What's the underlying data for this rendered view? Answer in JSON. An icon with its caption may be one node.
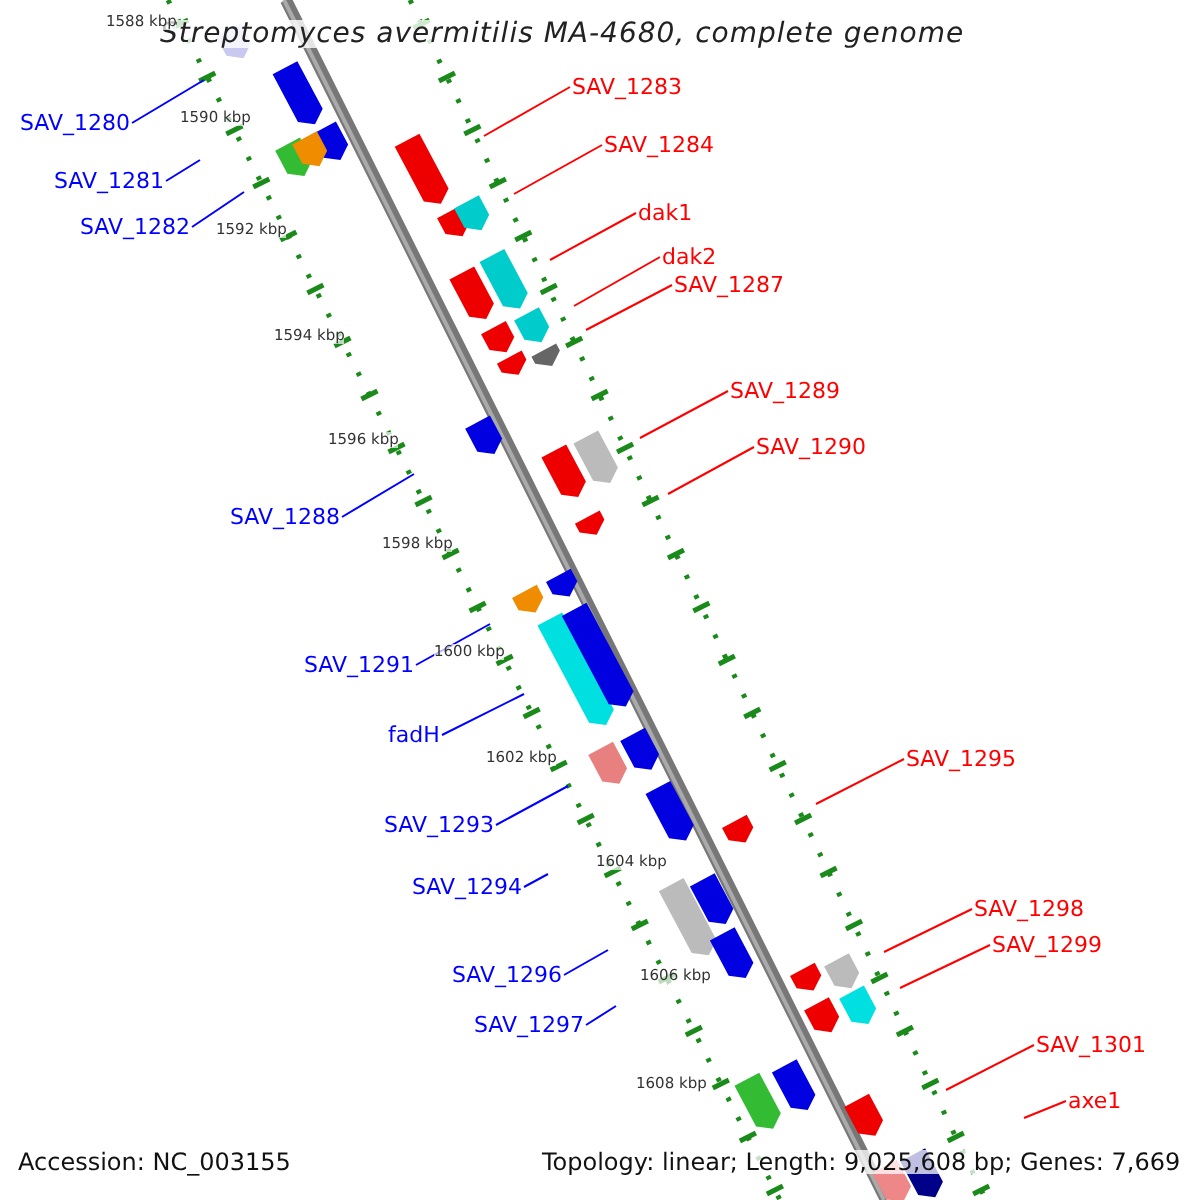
{
  "diagram": {
    "title": "Streptomyces avermitilis MA-4680, complete genome",
    "nodes": [
      {
        "text": [
          "SAV_1283"
        ]
      },
      {
        "text": [
          "SAV_1280"
        ]
      },
      {
        "text": [
          "SAV_1284"
        ]
      },
      {
        "text": [
          "SAV_1281"
        ]
      },
      {
        "text": [
          "dak1"
        ]
      },
      {
        "text": [
          "SAV_1282"
        ]
      },
      {
        "text": [
          "dak2"
        ]
      },
      {
        "text": [
          "SAV_1287"
        ]
      },
      {
        "text": [
          "SAV_1289"
        ]
      },
      {
        "text": [
          "SAV_1290"
        ]
      },
      {
        "text": [
          "SAV_1288"
        ]
      },
      {
        "text": [
          "SAV_1291"
        ]
      },
      {
        "text": [
          "fadH"
        ]
      },
      {
        "text": [
          "SAV_1295"
        ]
      },
      {
        "text": [
          "SAV_1293"
        ]
      },
      {
        "text": [
          "SAV_1294"
        ]
      },
      {
        "text": [
          "SAV_1298"
        ]
      },
      {
        "text": [
          "SAV_1299"
        ]
      },
      {
        "text": [
          "SAV_1296"
        ]
      },
      {
        "text": [
          "SAV_1297"
        ]
      },
      {
        "text": [
          "SAV_1301"
        ]
      },
      {
        "text": [
          "axe1"
        ]
      }
    ],
    "edges": [
      {
        "from": 0,
        "to": null,
        "arrow": "none"
      },
      {
        "from": 1,
        "to": null,
        "arrow": "none",
        "color": "#0000ff"
      },
      {
        "from": 2,
        "to": null,
        "arrow": "none"
      },
      {
        "from": 3,
        "to": null,
        "arrow": "none",
        "color": "#0000ff"
      },
      {
        "from": 4,
        "to": null,
        "arrow": "none"
      },
      {
        "from": 5,
        "to": null,
        "arrow": "none",
        "color": "#0000ff"
      },
      {
        "from": 6,
        "to": null,
        "arrow": "none"
      },
      {
        "from": 7,
        "to": null,
        "arrow": "none"
      },
      {
        "from": 8,
        "to": null,
        "arrow": "none"
      },
      {
        "from": 9,
        "to": null,
        "arrow": "none"
      },
      {
        "from": 10,
        "to": null,
        "arrow": "none",
        "color": "#0000ff"
      },
      {
        "from": 11,
        "to": null,
        "arrow": "none",
        "color": "#0000ff"
      },
      {
        "from": 12,
        "to": null,
        "arrow": "none",
        "color": "#0000ff"
      },
      {
        "from": 13,
        "to": null,
        "arrow": "none"
      },
      {
        "from": 14,
        "to": null,
        "arrow": "none",
        "color": "#0000ff"
      },
      {
        "from": 15,
        "to": null,
        "arrow": "none",
        "color": "#0000ff"
      },
      {
        "from": 16,
        "to": null,
        "arrow": "none"
      },
      {
        "from": 17,
        "to": null,
        "arrow": "none"
      },
      {
        "from": 18,
        "to": null,
        "arrow": "none",
        "color": "#0000ff"
      },
      {
        "from": 19,
        "to": null,
        "arrow": "none",
        "color": "#0000ff"
      },
      {
        "from": 20,
        "to": null,
        "arrow": "none"
      },
      {
        "from": 21,
        "to": null,
        "arrow": "none"
      }
    ],
    "labels": [
      "1588 kbp",
      "1590 kbp",
      "1592 kbp",
      "1594 kbp",
      "1596 kbp",
      "1598 kbp",
      "1600 kbp",
      "1602 kbp",
      "1604 kbp",
      "1606 kbp",
      "1608 kbp",
      "Accession: NC_003155",
      "Topology: linear; Length: 9,025,608 bp; Genes: 7,669"
    ]
  }
}
